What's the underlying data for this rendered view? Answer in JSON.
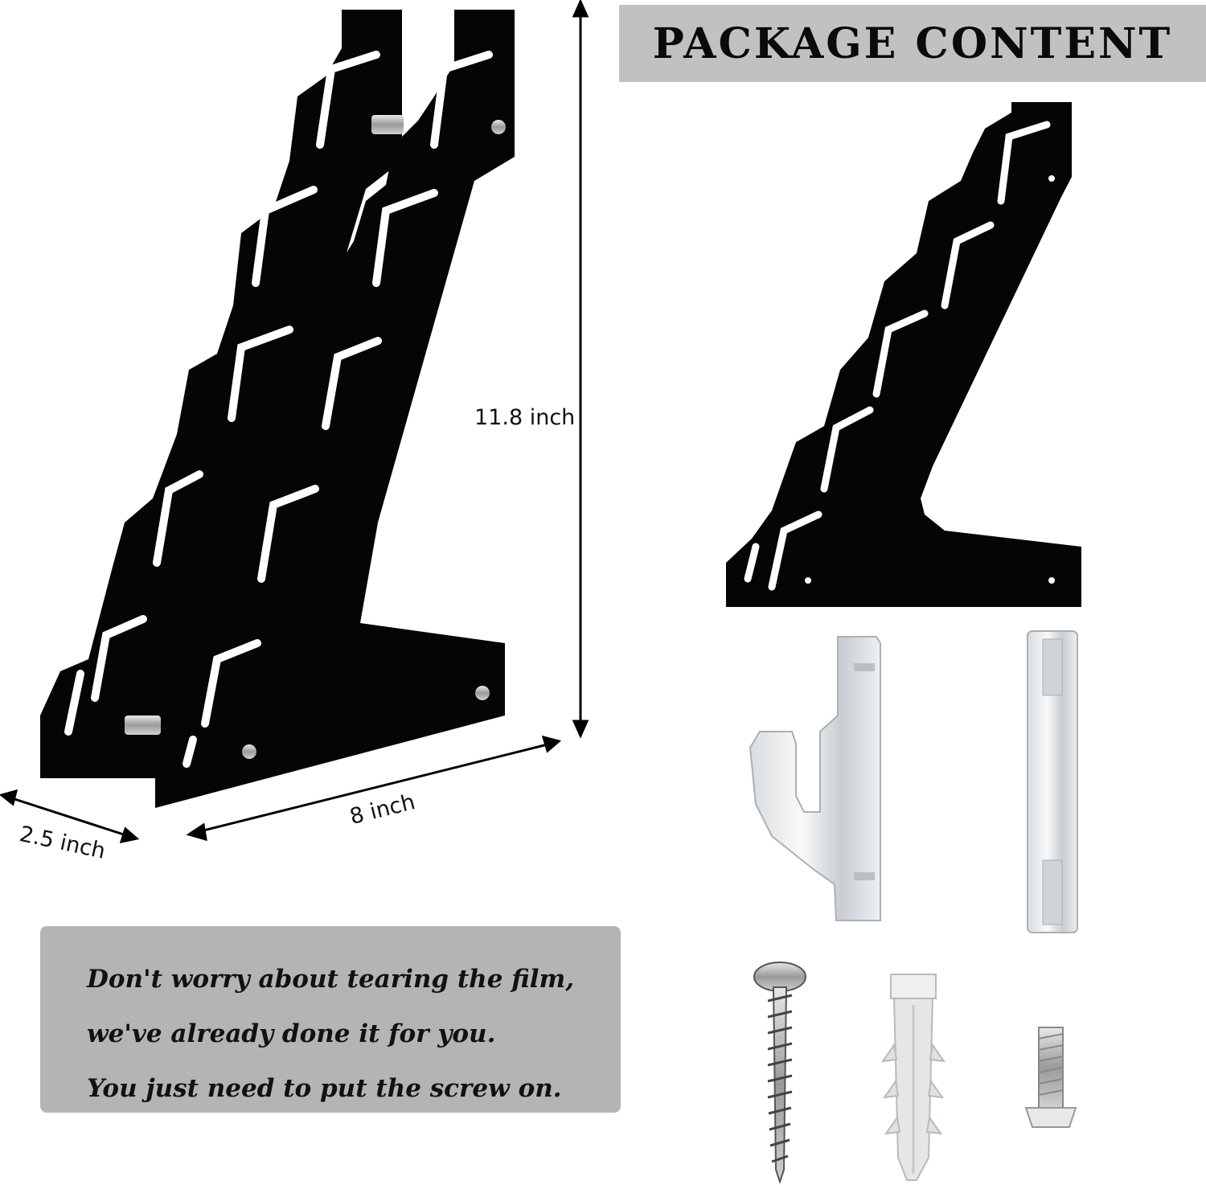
{
  "header": {
    "title": "PACKAGE CONTENT"
  },
  "dimensions": {
    "height": "11.8 inch",
    "width": "8 inch",
    "depth": "2.5 inch"
  },
  "note": {
    "lines": [
      "Don't worry about tearing the film,",
      "we've already done it for you.",
      "You just need to put the screw on."
    ]
  },
  "colors": {
    "acrylic": "#050505",
    "banner": "#c1c1c1",
    "note_box": "#b4b4b4"
  },
  "parts": [
    "rack-panel",
    "wall-hook-bracket",
    "acrylic-spacer-rod",
    "wood-screw",
    "wall-anchor",
    "machine-screw"
  ]
}
